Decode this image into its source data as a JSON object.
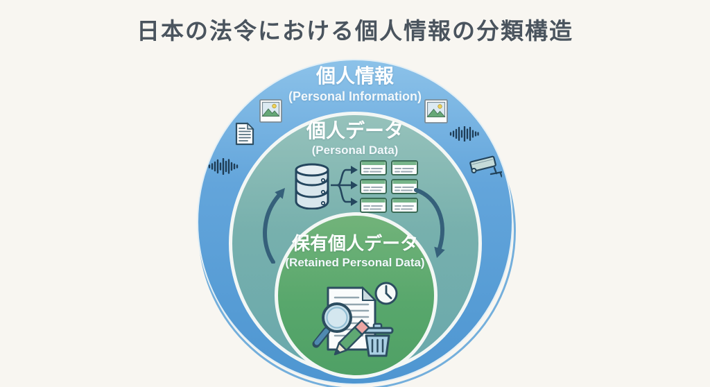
{
  "title": "日本の法令における個人情報の分類構造",
  "rings": [
    {
      "name": "personal-information",
      "label_jp": "個人情報",
      "label_en": "(Personal Information)",
      "color": "#5B9FD6"
    },
    {
      "name": "personal-data",
      "label_jp": "個人データ",
      "label_en": "(Personal Data)",
      "color": "#72ADAA"
    },
    {
      "name": "retained-personal-data",
      "label_jp": "保有個人データ",
      "label_en": "(Retained Personal Data)",
      "color": "#58A569"
    }
  ],
  "icons": {
    "outer_ring": [
      "photo-icon-left",
      "document-icon-left",
      "audio-waveform-icon-left",
      "photo-icon-right",
      "audio-waveform-icon-right",
      "cctv-camera-icon"
    ],
    "middle_ring": [
      "database-icon",
      "branch-arrows-icon",
      "record-cards-icon",
      "cycle-arrow-left-icon",
      "cycle-arrow-right-icon"
    ],
    "inner_ring": [
      "clock-icon",
      "document-icon",
      "magnifier-icon",
      "pencil-icon",
      "trash-icon"
    ]
  },
  "colors": {
    "background": "#F8F6F1",
    "title_text": "#4A545E",
    "label_text": "#FFFFFF",
    "icon_outline": "#2C4D60",
    "cycle_arrow": "#35607A",
    "card_header_green": "#76B489"
  }
}
